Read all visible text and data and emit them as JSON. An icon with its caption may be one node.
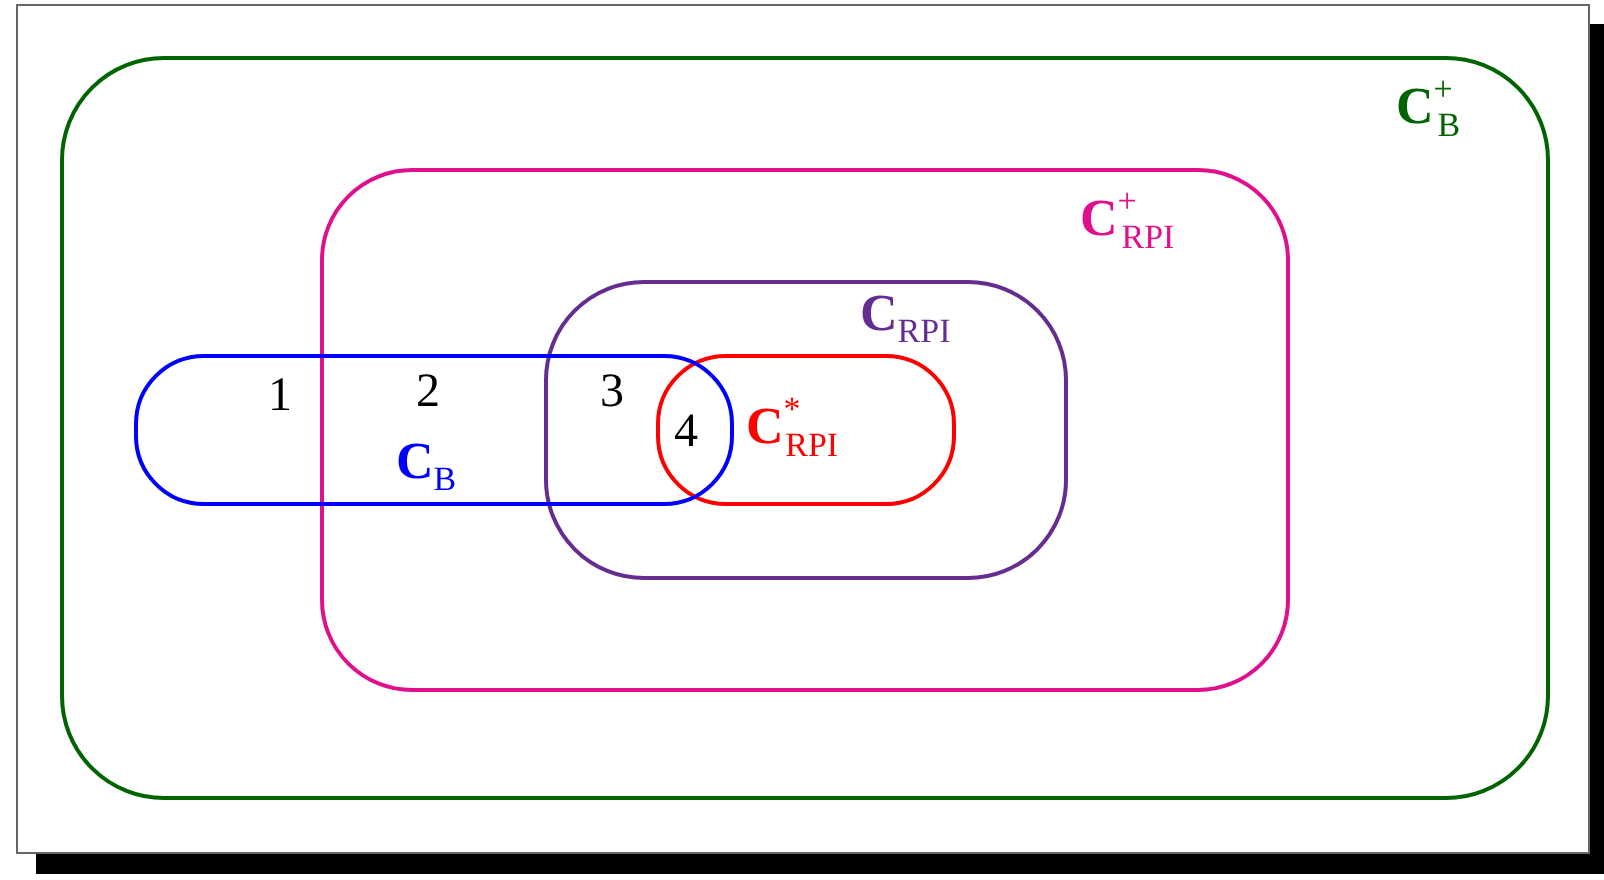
{
  "diagram": {
    "nodes": [
      {
        "text": [
          "**C**$^{+}$$_{B}$"
        ]
      },
      {
        "text": [
          "**C**$^{+}$$_{RPI}$"
        ],
        "in": 0
      },
      {
        "text": [
          "**C**$_{RPI}$"
        ],
        "in": 1
      },
      {
        "text": [
          "**C**$^{*}$$_{RPI}$"
        ],
        "in": 2
      },
      {
        "text": [
          "**C**$_{B}$"
        ],
        "in": 0
      }
    ],
    "labels": [
      "1",
      "2",
      "3",
      "4"
    ]
  }
}
